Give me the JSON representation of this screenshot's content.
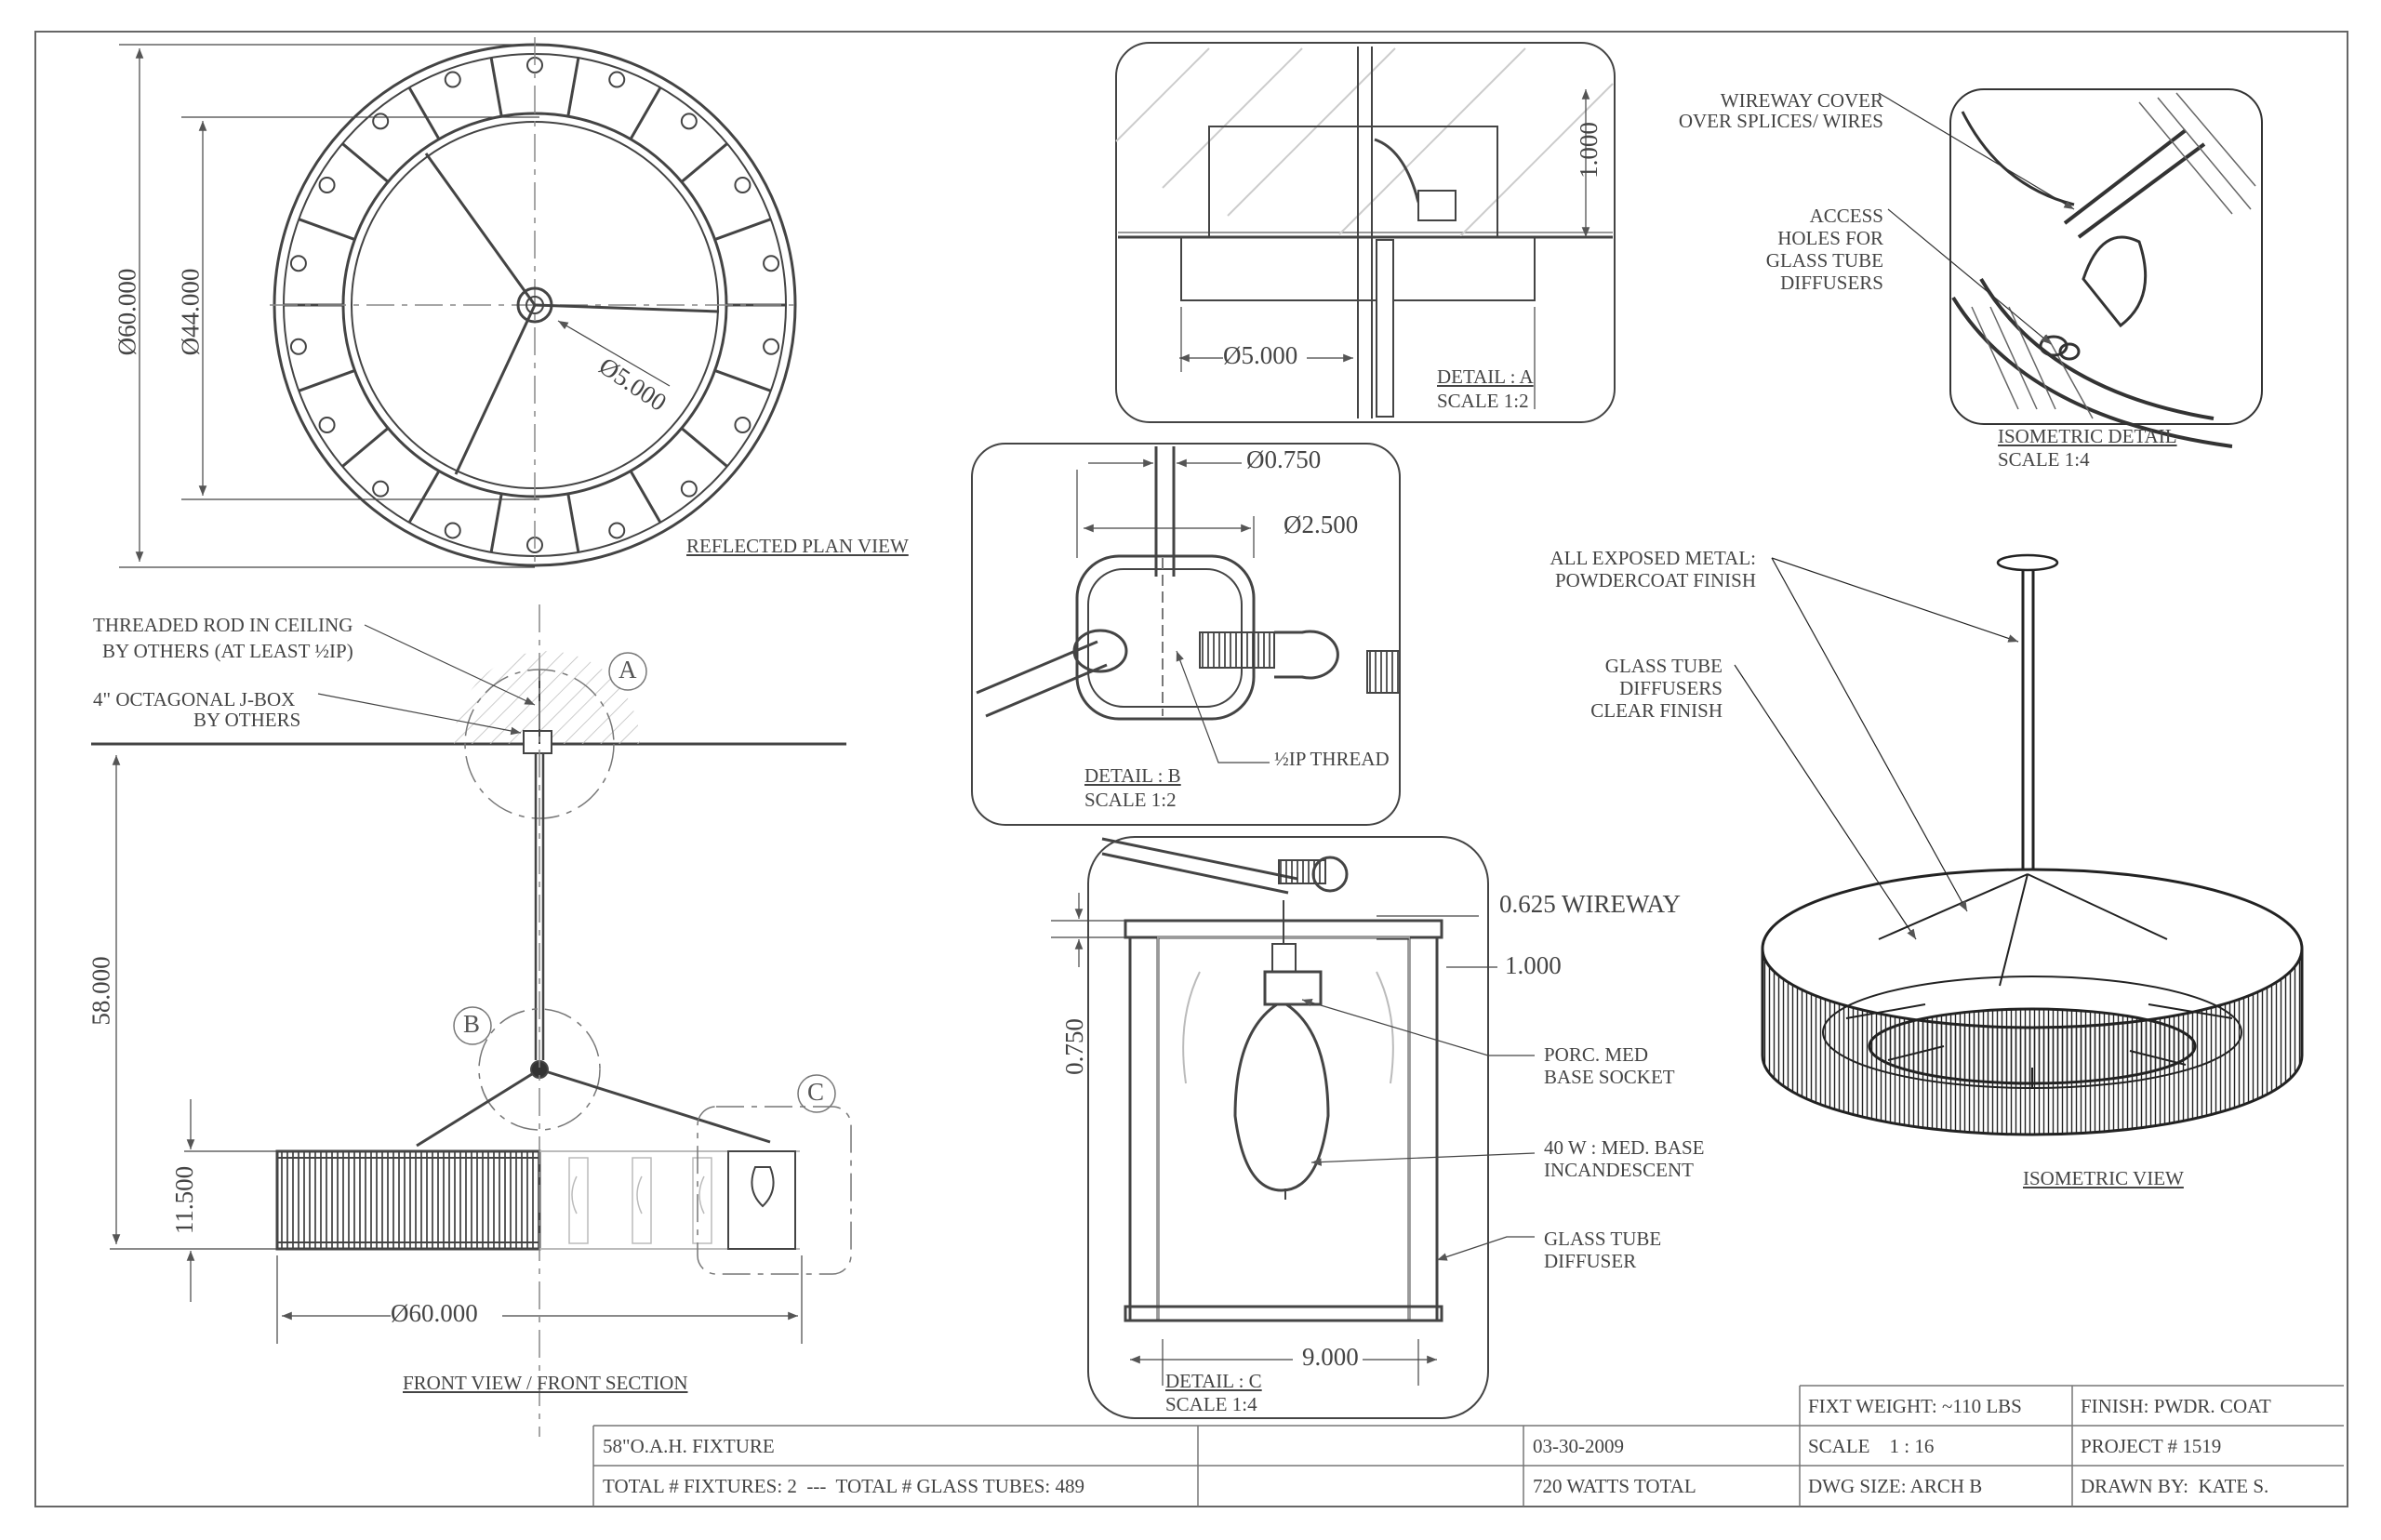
{
  "plan_view": {
    "title": "REFLECTED PLAN VIEW",
    "dim_outer": "Ø60.000",
    "dim_inner": "Ø44.000",
    "dim_center": "Ø5.000"
  },
  "front_view": {
    "title": "FRONT VIEW / FRONT SECTION",
    "note_rod_1": "THREADED ROD IN CEILING",
    "note_rod_2": "BY OTHERS (AT LEAST ½IP)",
    "note_jbox_1": "4\" OCTAGONAL J-BOX",
    "note_jbox_2": "BY OTHERS",
    "dim_height": "58.000",
    "dim_drum": "11.500",
    "dim_width": "Ø60.000",
    "callout_a": "A",
    "callout_b": "B",
    "callout_c": "C"
  },
  "detail_a": {
    "title": "DETAIL : A",
    "scale": "SCALE 1:2",
    "dim_diameter": "Ø5.000",
    "dim_height": "1.000"
  },
  "detail_b": {
    "title": "DETAIL : B",
    "scale": "SCALE 1:2",
    "dim_rod": "Ø0.750",
    "dim_body": "Ø2.500",
    "note_thread": "½IP THREAD"
  },
  "detail_c": {
    "title": "DETAIL : C",
    "scale": "SCALE 1:4",
    "dim_wireway": "0.625 WIREWAY",
    "dim_top": "1.000",
    "dim_side": "0.750",
    "dim_width": "9.000",
    "note_socket_1": "PORC. MED",
    "note_socket_2": "BASE SOCKET",
    "note_lamp_1": "40 W : MED. BASE",
    "note_lamp_2": "INCANDESCENT",
    "note_tube_1": "GLASS TUBE",
    "note_tube_2": "DIFFUSER"
  },
  "iso_detail": {
    "title": "ISOMETRIC DETAIL",
    "scale": "SCALE 1:4",
    "note_wire_1": "WIREWAY COVER",
    "note_wire_2": "OVER SPLICES/ WIRES",
    "note_access_1": "ACCESS",
    "note_access_2": "HOLES FOR",
    "note_access_3": "GLASS TUBE",
    "note_access_4": "DIFFUSERS"
  },
  "iso_view": {
    "title": "ISOMETRIC VIEW",
    "note_metal_1": "ALL EXPOSED METAL:",
    "note_metal_2": "POWDERCOAT FINISH",
    "note_glass_1": "GLASS TUBE",
    "note_glass_2": "DIFFUSERS",
    "note_glass_3": "CLEAR FINISH"
  },
  "title_block": {
    "fixt_weight": "FIXT WEIGHT: ~110 LBS",
    "finish": "FINISH: PWDR. COAT",
    "fixture": "58\"O.A.H. FIXTURE",
    "date": "03-30-2009",
    "scale": "SCALE    1 : 16",
    "project": "PROJECT # 1519",
    "totals": "TOTAL # FIXTURES: 2  ---  TOTAL # GLASS TUBES: 489",
    "watts": "720 WATTS TOTAL",
    "dwg_size": "DWG SIZE: ARCH B",
    "drawn_by": "DRAWN BY:  KATE S."
  }
}
